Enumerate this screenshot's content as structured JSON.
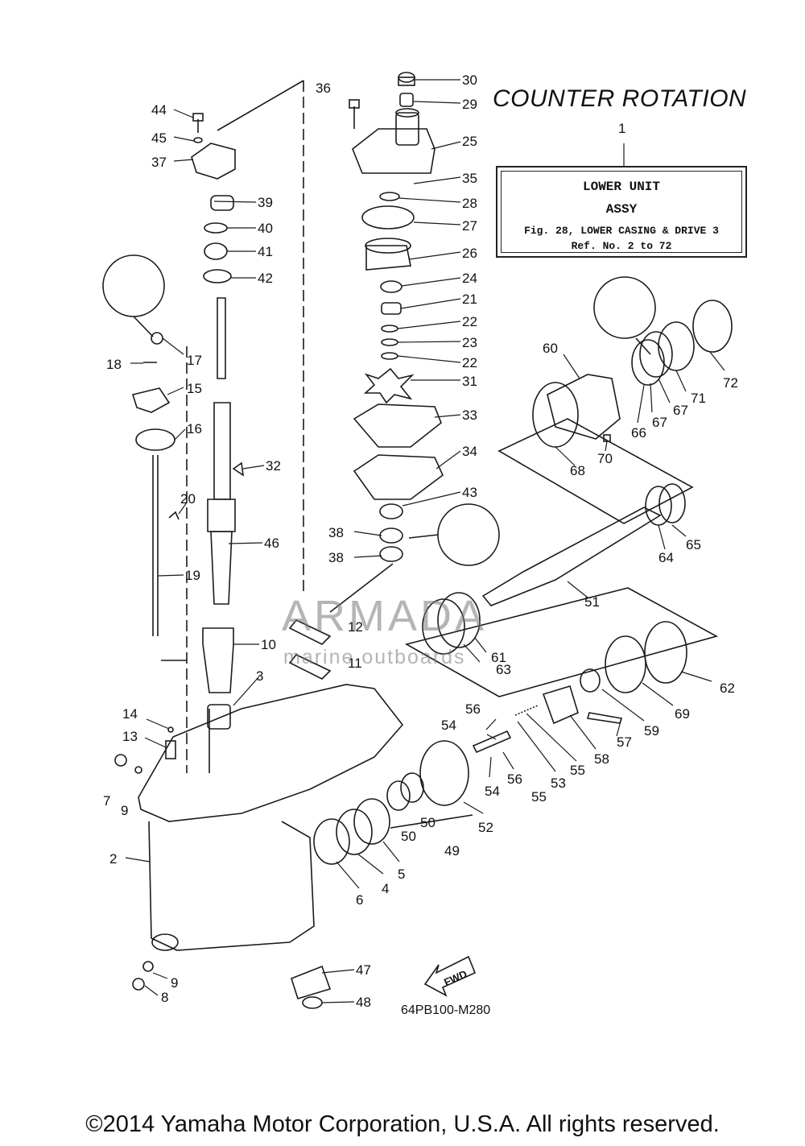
{
  "title": "COUNTER ROTATION",
  "reference_box": {
    "callout": "1",
    "line1": "LOWER UNIT",
    "line2": "ASSY",
    "line3": "Fig. 28, LOWER CASING & DRIVE 3",
    "line4": "Ref. No. 2 to 72"
  },
  "diagram_code": "64PB100-M280",
  "watermark": {
    "name": "ARMADA",
    "tagline": "marine outboards"
  },
  "fwd_label": "FWD",
  "copyright": "©2014 Yamaha Motor Corporation, U.S.A. All rights reserved.",
  "part_labels": [
    "30",
    "29",
    "36",
    "25",
    "35",
    "28",
    "27",
    "26",
    "24",
    "21",
    "22",
    "23",
    "22",
    "31",
    "33",
    "34",
    "43",
    "38",
    "38",
    "44",
    "45",
    "37",
    "39",
    "40",
    "41",
    "42",
    "17",
    "18",
    "15",
    "16",
    "32",
    "20",
    "46",
    "19",
    "12",
    "10",
    "11",
    "3",
    "14",
    "13",
    "7",
    "9",
    "2",
    "9",
    "8",
    "47",
    "48",
    "60",
    "72",
    "66",
    "67",
    "67",
    "71",
    "70",
    "68",
    "65",
    "64",
    "51",
    "61",
    "63",
    "62",
    "69",
    "59",
    "57",
    "58",
    "55",
    "56",
    "54",
    "53",
    "55",
    "56",
    "54",
    "52",
    "50",
    "50",
    "49",
    "5",
    "4",
    "6"
  ],
  "colors": {
    "line": "#1a1a1a",
    "watermark_pink": "#e7a6c6",
    "watermark_grey": "#8a8a8a"
  }
}
